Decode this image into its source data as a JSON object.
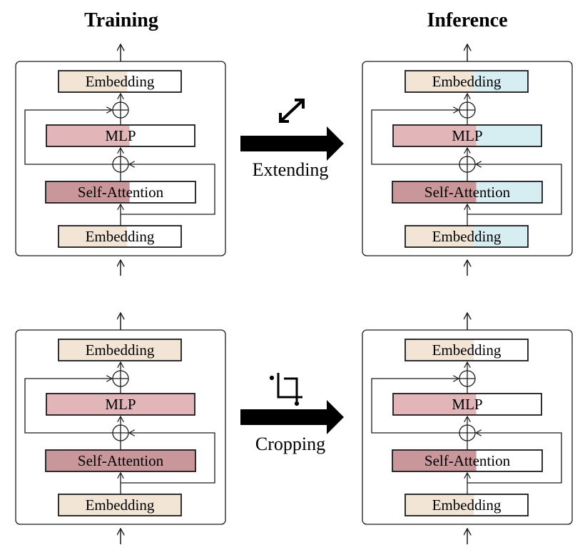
{
  "columns": {
    "training": "Training",
    "inference": "Inference"
  },
  "transitions": [
    {
      "label": "Extending",
      "icon": "expand-diagonal-icon"
    },
    {
      "label": "Cropping",
      "icon": "crop-icon"
    }
  ],
  "blocks": {
    "embedding": "Embedding",
    "mlp": "MLP",
    "attention": "Self-Attention"
  },
  "colors": {
    "embedding": "#f3e5d6",
    "mlp": "#e2b6b9",
    "attention": "#c9969a",
    "extension": "#d6edf2",
    "line": "#1a1a1a"
  },
  "panels": [
    {
      "id": "train-top",
      "fill_fraction": 0.56,
      "extension": false
    },
    {
      "id": "infer-top",
      "fill_fraction": 0.56,
      "extension": true
    },
    {
      "id": "train-bottom",
      "fill_fraction": 1.0,
      "extension": false
    },
    {
      "id": "infer-bottom",
      "fill_fraction": 0.56,
      "extension": false
    }
  ]
}
